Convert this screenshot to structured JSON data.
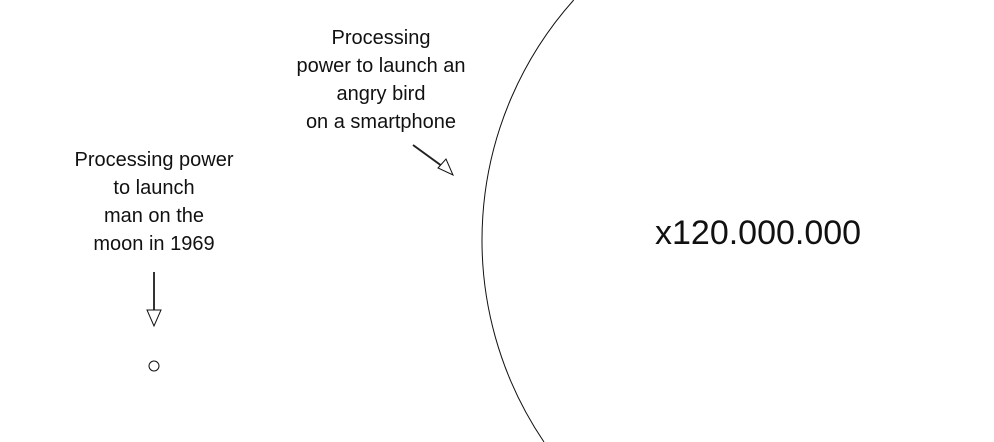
{
  "labels": {
    "apollo": "Processing power\nto launch\nman on the\nmoon in 1969",
    "smartphone": "Processing\npower to launch an\nangry bird\non a smartphone",
    "multiplier": "x120.000.000"
  },
  "comparison": {
    "ratio": 120000000
  }
}
